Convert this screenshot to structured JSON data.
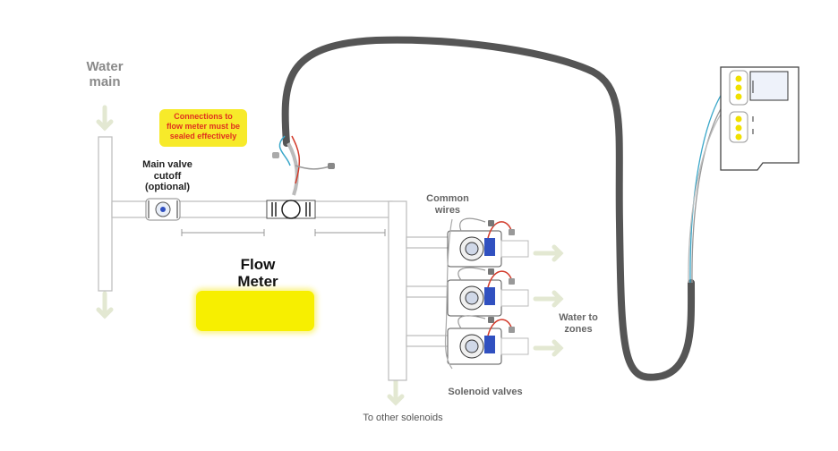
{
  "labels": {
    "water_main": "Water\nmain",
    "note": "Connections to\nflow meter must be\nsealed effectively",
    "main_valve": "Main valve\ncutoff\n(optional)",
    "flow_meter": "Flow\nMeter",
    "common_wires": "Common\nwires",
    "water_to_zones": "Water to\nzones",
    "solenoid_valves": "Solenoid valves",
    "to_other_solenoids": "To other solenoids"
  },
  "colors": {
    "note_bg": "#f7ea2a",
    "note_text": "#e0301e",
    "flow_meter_box": "#f7ef00",
    "cable": "#555555",
    "wire_blue": "#3aa7c9",
    "wire_red": "#d23a2a",
    "pipe_outline": "#bbbbbb",
    "arrow": "#e3e8d2",
    "controller_terminals": "#f0e000"
  },
  "icons": {
    "valve": "valve-icon",
    "flow_meter": "flow-meter-icon",
    "solenoid": "solenoid-valve-icon",
    "controller": "irrigation-controller-icon",
    "arrow": "flow-arrow-icon"
  }
}
